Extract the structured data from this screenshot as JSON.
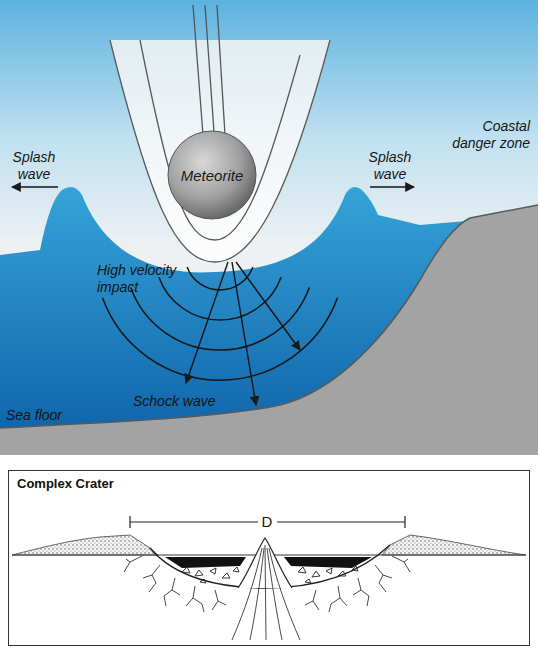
{
  "diagram": {
    "nodes": [
      {
        "text": [
          "Meteorite"
        ]
      },
      {
        "text": [
          "Complex Crater"
        ]
      }
    ],
    "labels": [
      "Splash wave",
      "Splash wave",
      "Coastal danger zone",
      "High velocity impact",
      "Schock wave",
      "Sea floor",
      "D"
    ]
  }
}
